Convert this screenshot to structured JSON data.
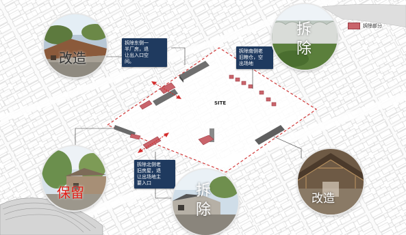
{
  "legend": {
    "label": "拆除部分",
    "swatch_color": "#c9646b"
  },
  "site_label": "SITE",
  "notes": [
    {
      "id": "east",
      "text": "拆除东侧一\n半厂房，退\n让出入口空\n间。"
    },
    {
      "id": "south",
      "text": "拆除南侧老\n旧粮仓，空\n出场地"
    },
    {
      "id": "north",
      "text": "拆除北侧老\n旧房屋，退\n让出场地主\n要入口"
    }
  ],
  "photos": [
    {
      "id": "top-left",
      "caption": "改造",
      "caption_color": "#333333"
    },
    {
      "id": "top-right",
      "caption": "拆\n除",
      "caption_color": "#ffffff"
    },
    {
      "id": "bottom-left",
      "caption": "保留",
      "caption_color": "#e0201b"
    },
    {
      "id": "bottom-center",
      "caption": "拆\n除",
      "caption_color": "#ffffff"
    },
    {
      "id": "bottom-right",
      "caption": "改造",
      "caption_color": "#ffffff"
    }
  ],
  "colors": {
    "demolish": "#c9646b",
    "boundary": "#d23a3a",
    "note_bg": "#1f3a5f",
    "existing": "#7a7a7a"
  }
}
